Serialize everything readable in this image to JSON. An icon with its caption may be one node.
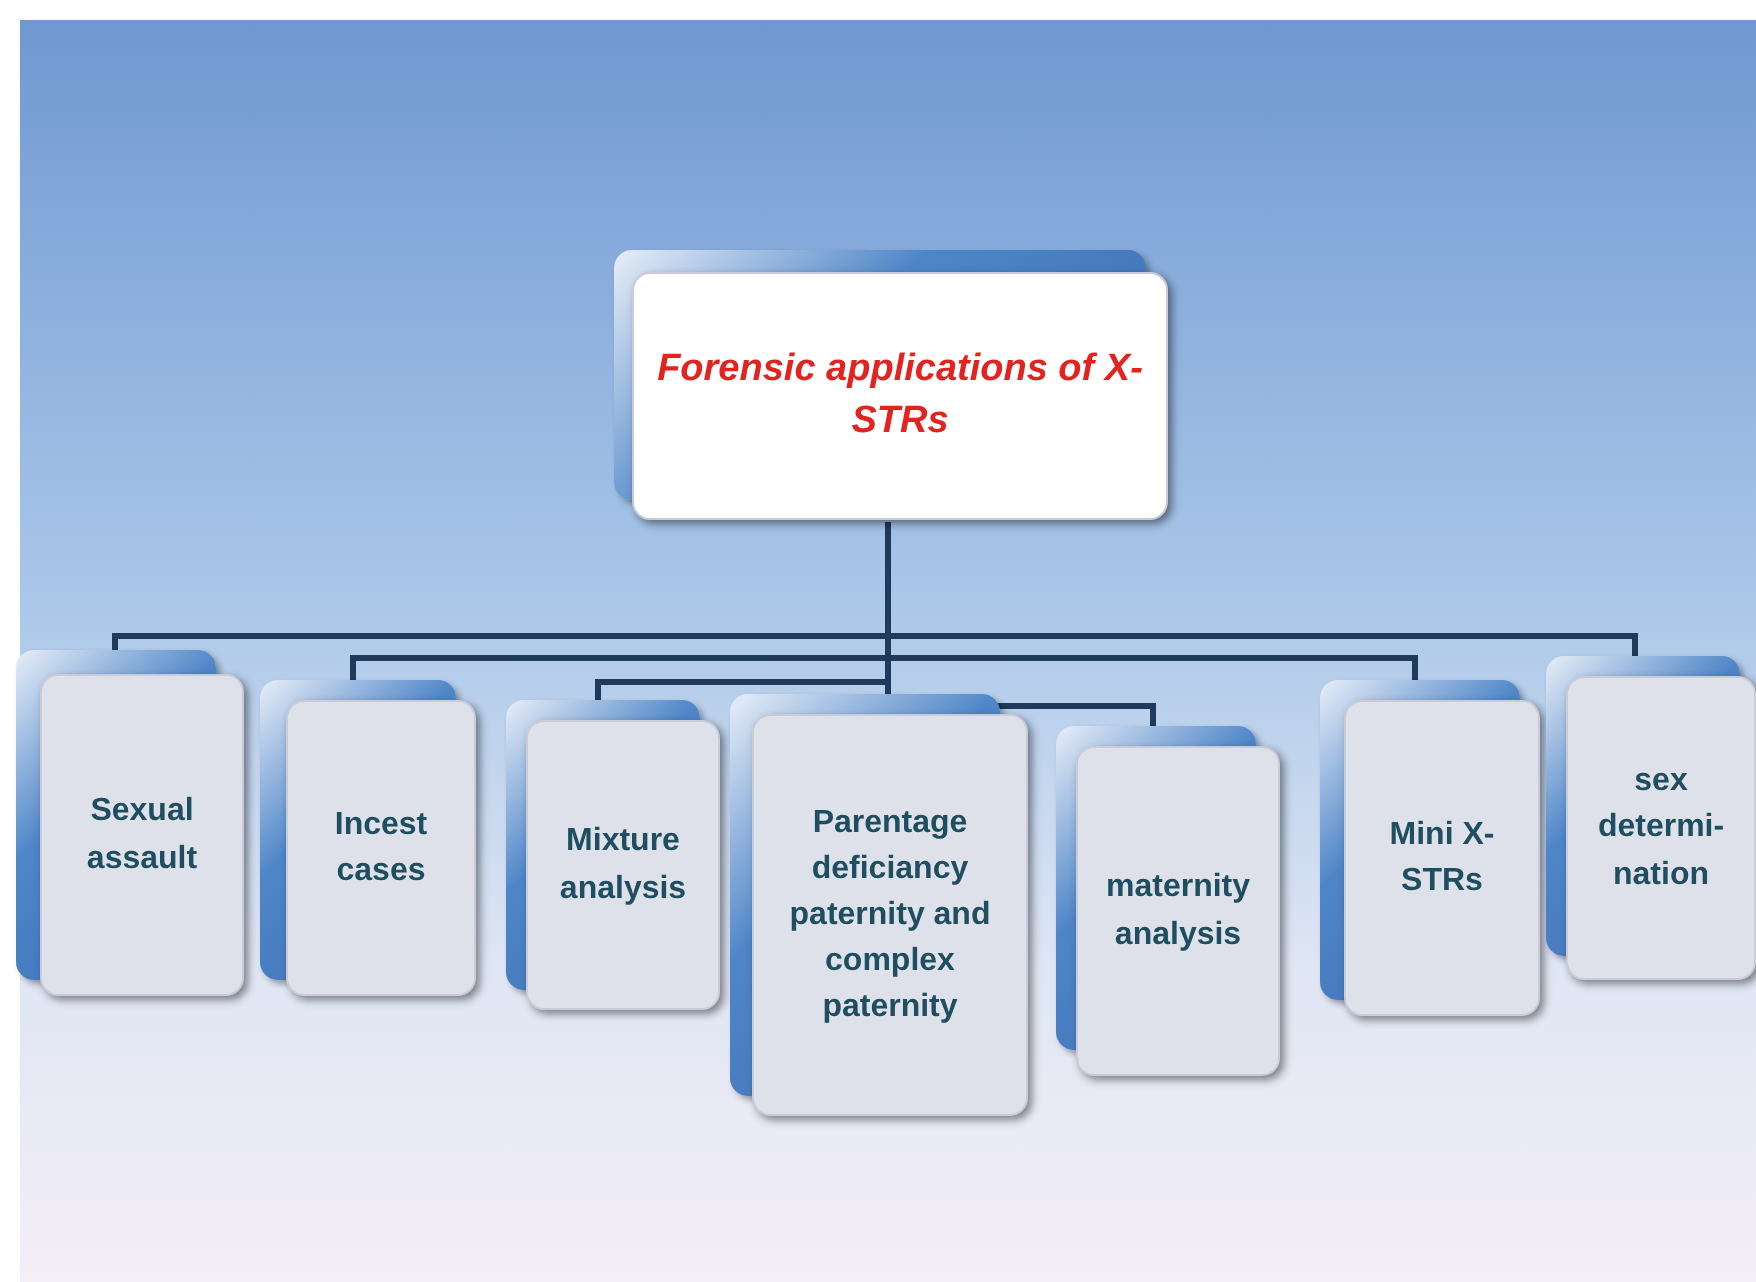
{
  "diagram": {
    "nodes": [
      {
        "text": [
          "Forensic applications of X-STRs"
        ]
      },
      {
        "text": [
          "Sexual assault"
        ]
      },
      {
        "text": [
          "Incest cases"
        ]
      },
      {
        "text": [
          "Mixture analysis"
        ]
      },
      {
        "text": [
          "Parentage deficiancy paternity and complex paternity"
        ]
      },
      {
        "text": [
          "maternity analysis"
        ]
      },
      {
        "text": [
          "Mini X-STRs"
        ]
      },
      {
        "text": [
          "sex determi-nation"
        ]
      }
    ],
    "edges": [
      {
        "from": 0,
        "to": 1,
        "arrow": "none"
      },
      {
        "from": 0,
        "to": 2,
        "arrow": "none"
      },
      {
        "from": 0,
        "to": 3,
        "arrow": "none"
      },
      {
        "from": 0,
        "to": 4,
        "arrow": "none"
      },
      {
        "from": 0,
        "to": 5,
        "arrow": "none"
      },
      {
        "from": 0,
        "to": 6,
        "arrow": "none"
      },
      {
        "from": 0,
        "to": 7,
        "arrow": "none"
      }
    ]
  }
}
